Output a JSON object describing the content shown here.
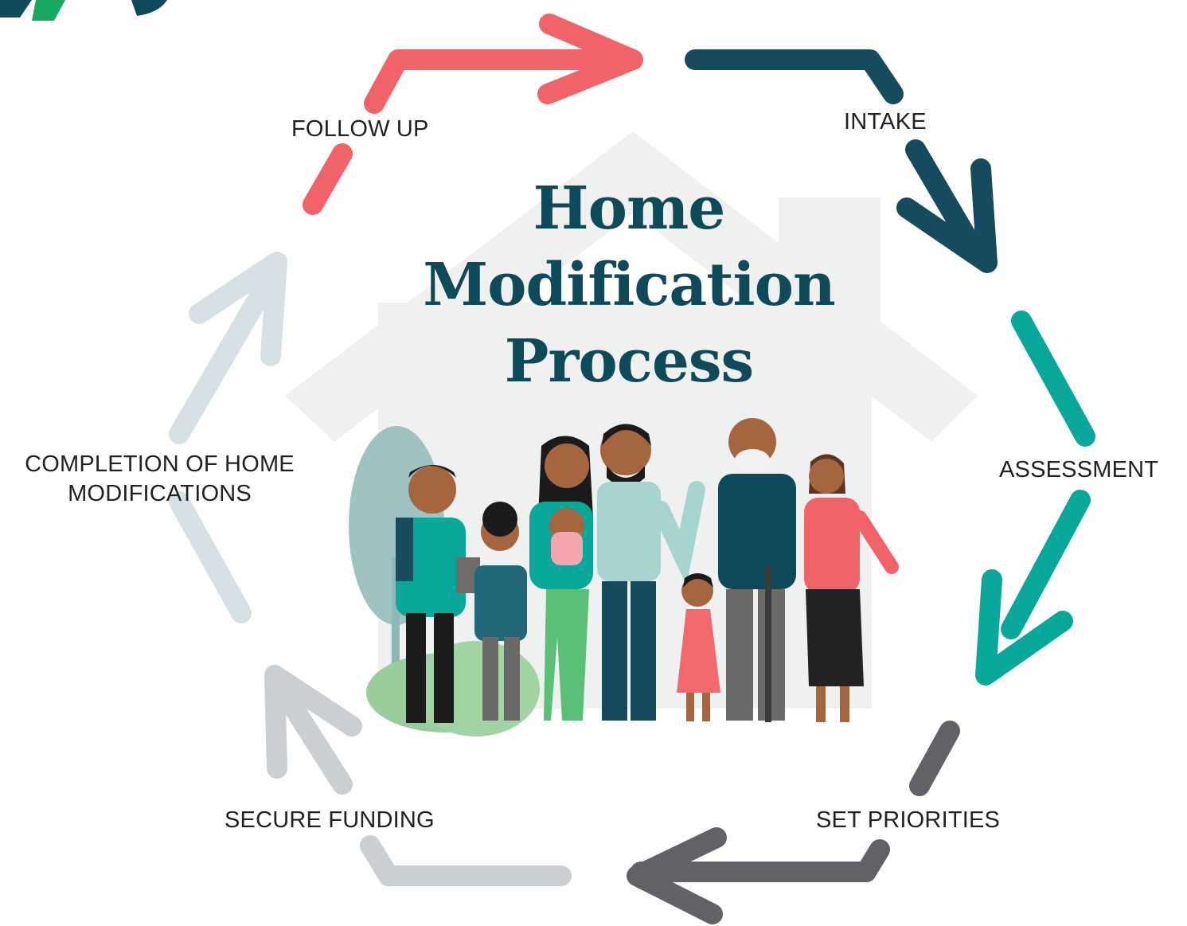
{
  "title": {
    "line1": "Home",
    "line2": "Modification",
    "line3": "Process"
  },
  "steps": [
    {
      "label": "INTAKE",
      "color": "#154b5c"
    },
    {
      "label": "ASSESSMENT",
      "color": "#0aa79b"
    },
    {
      "label": "SET PRIORITIES",
      "color": "#616267"
    },
    {
      "label": "SECURE FUNDING",
      "color": "#cbcfd1"
    },
    {
      "label": "COMPLETION OF HOME MODIFICATIONS",
      "color": "#d5e1e4"
    },
    {
      "label": "FOLLOW UP",
      "color": "#ef6369"
    }
  ],
  "colors": {
    "house": "#eef1f0",
    "title": "#0f4a5b",
    "logo_green": "#1aa860",
    "logo_dark": "#0f4a5b"
  }
}
